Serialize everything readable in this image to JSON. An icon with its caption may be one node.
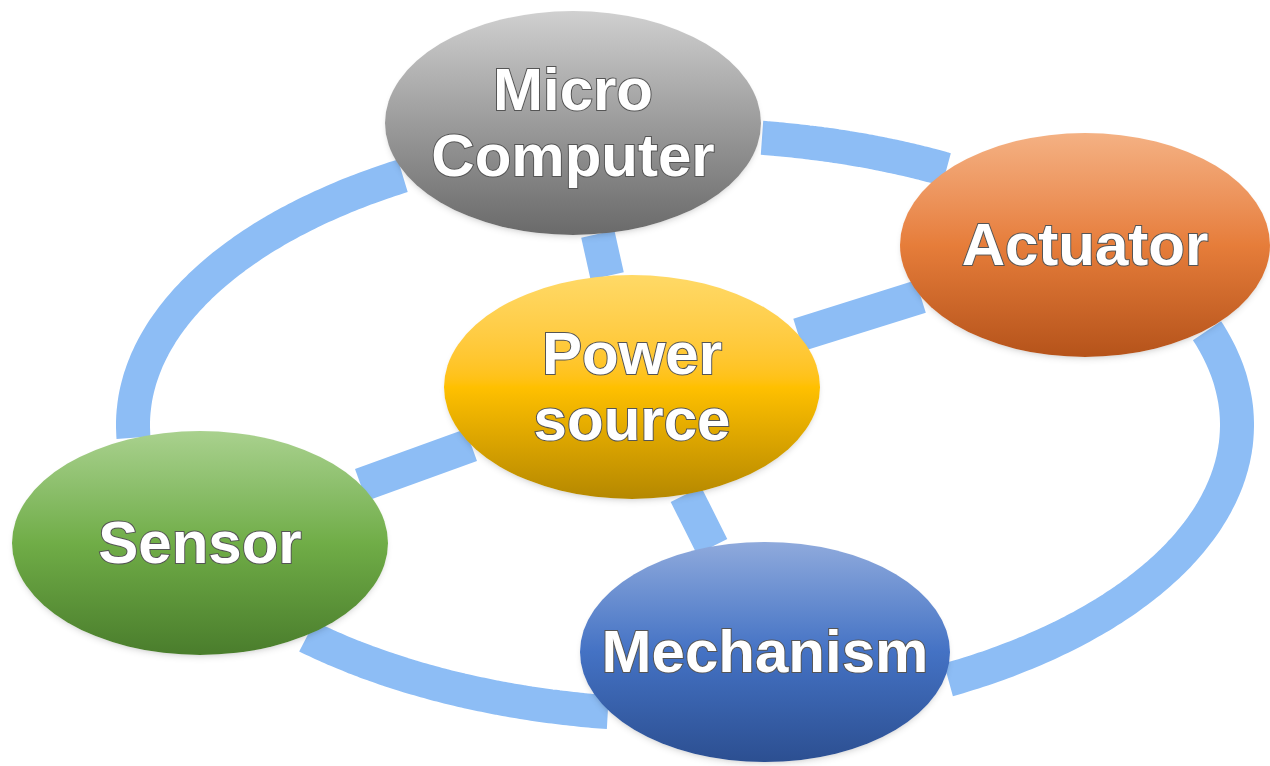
{
  "diagram": {
    "nodes": [
      {
        "text": [
          "Micro Computer"
        ]
      },
      {
        "text": [
          "Actuator"
        ]
      },
      {
        "text": [
          "Power source"
        ]
      },
      {
        "text": [
          "Sensor"
        ]
      },
      {
        "text": [
          "Mechanism"
        ]
      }
    ],
    "edges": [
      {
        "from": 0,
        "to": 1,
        "arrow": "none"
      },
      {
        "from": 1,
        "to": 4,
        "arrow": "none"
      },
      {
        "from": 4,
        "to": 3,
        "arrow": "none"
      },
      {
        "from": 3,
        "to": 0,
        "arrow": "none"
      },
      {
        "from": 2,
        "to": 0,
        "arrow": "none"
      },
      {
        "from": 2,
        "to": 1,
        "arrow": "none"
      },
      {
        "from": 2,
        "to": 3,
        "arrow": "none"
      },
      {
        "from": 2,
        "to": 4,
        "arrow": "none"
      }
    ]
  }
}
